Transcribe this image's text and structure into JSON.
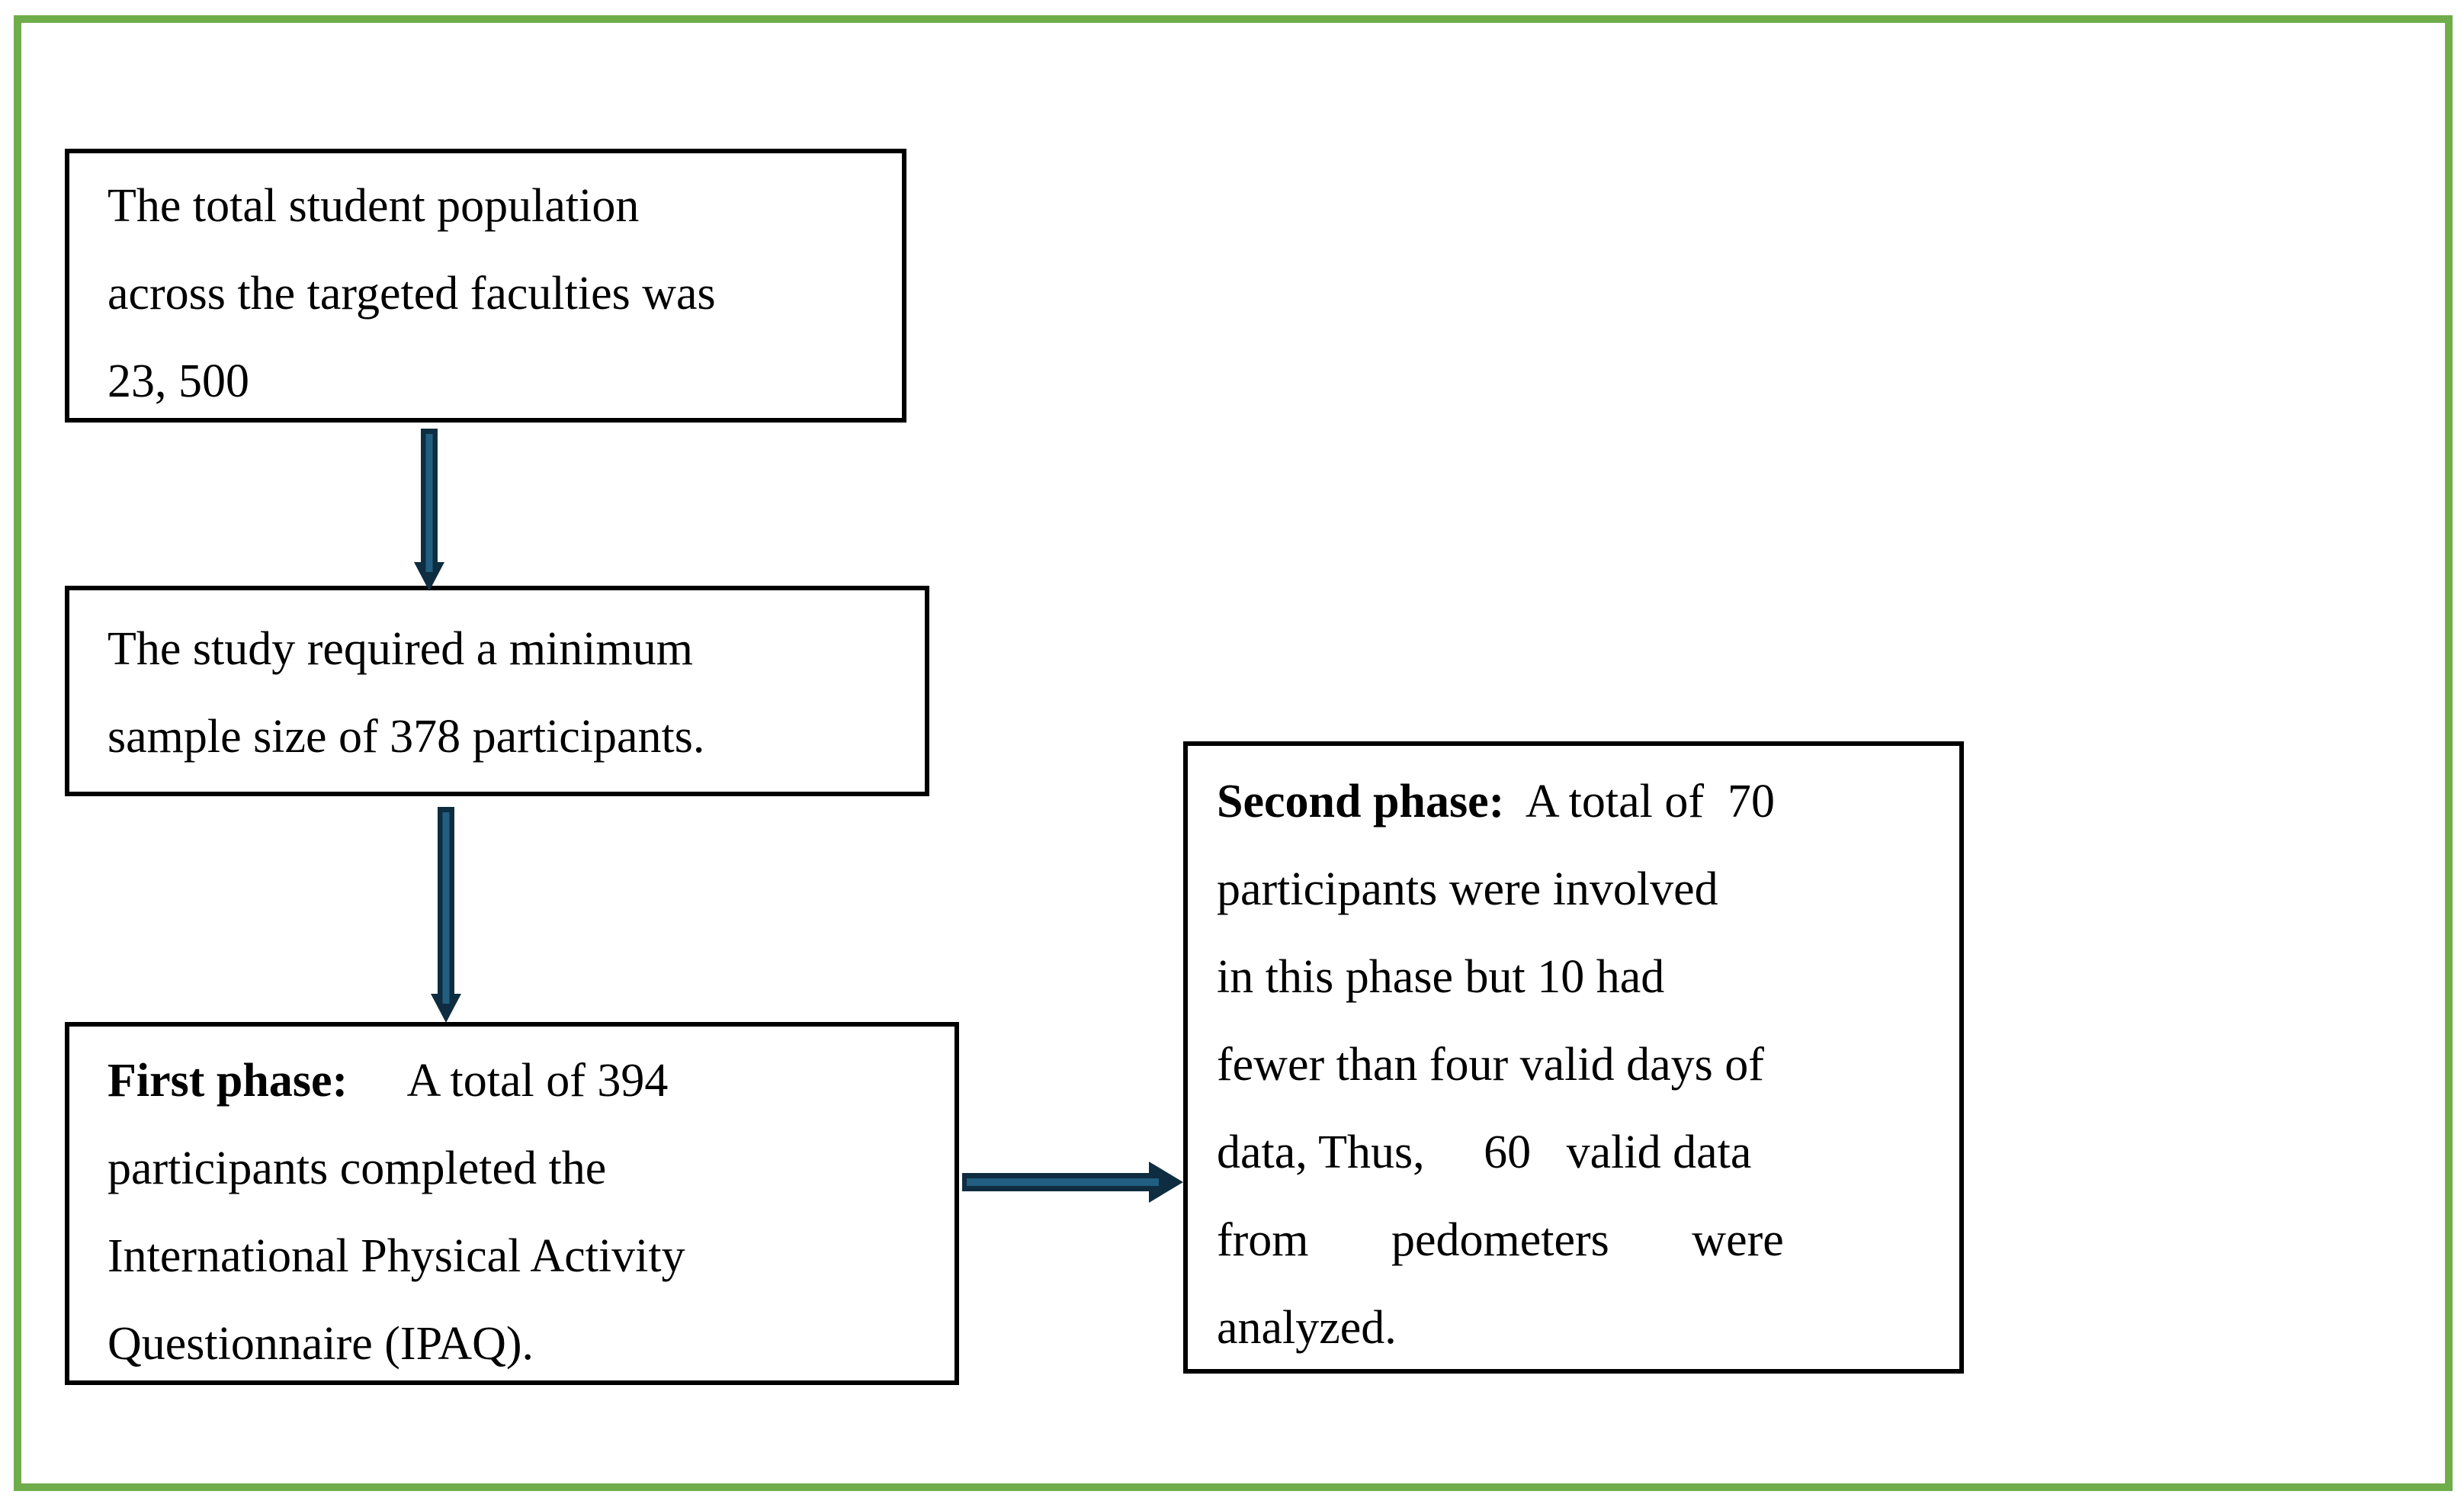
{
  "colors": {
    "frame_green": "#6fad4a",
    "box_border": "#000000",
    "text_color": "#000000",
    "arrow_dark": "#0f2d40",
    "arrow_light": "#215e81",
    "bg": "#ffffff"
  },
  "diagram": {
    "type": "flowchart",
    "boxes": {
      "population": {
        "lines": [
          [
            {
              "t": "The total student population"
            }
          ],
          [
            {
              "t": "across the targeted faculties was"
            }
          ],
          [
            {
              "t": "23, 500"
            }
          ]
        ]
      },
      "sample": {
        "lines": [
          [
            {
              "t": "The study required a minimum"
            }
          ],
          [
            {
              "t": "sample size of 378 participants."
            }
          ]
        ]
      },
      "first_phase": {
        "lines": [
          [
            {
              "t": "First phase:",
              "b": true
            },
            {
              "t": "     A total of 394"
            }
          ],
          [
            {
              "t": "participants completed the"
            }
          ],
          [
            {
              "t": "International Physical Activity"
            }
          ],
          [
            {
              "t": "Questionnaire (IPAQ)."
            }
          ]
        ]
      },
      "second_phase": {
        "lines": [
          [
            {
              "t": "Second phase:",
              "b": true
            },
            {
              "t": "  A total of  70"
            }
          ],
          [
            {
              "t": "participants were involved"
            }
          ],
          [
            {
              "t": "in this phase but 10 had"
            }
          ],
          [
            {
              "t": "fewer than four valid days of"
            }
          ],
          [
            {
              "t": "data, Thus,     60   valid data"
            }
          ],
          [
            {
              "t": "from       pedometers       were"
            }
          ],
          [
            {
              "t": "analyzed."
            }
          ]
        ]
      }
    },
    "arrows": [
      {
        "id": "arrow-1",
        "direction": "down",
        "from": "population",
        "to": "sample"
      },
      {
        "id": "arrow-2",
        "direction": "down",
        "from": "sample",
        "to": "first_phase"
      },
      {
        "id": "arrow-3",
        "direction": "right",
        "from": "first_phase",
        "to": "second_phase"
      }
    ]
  }
}
